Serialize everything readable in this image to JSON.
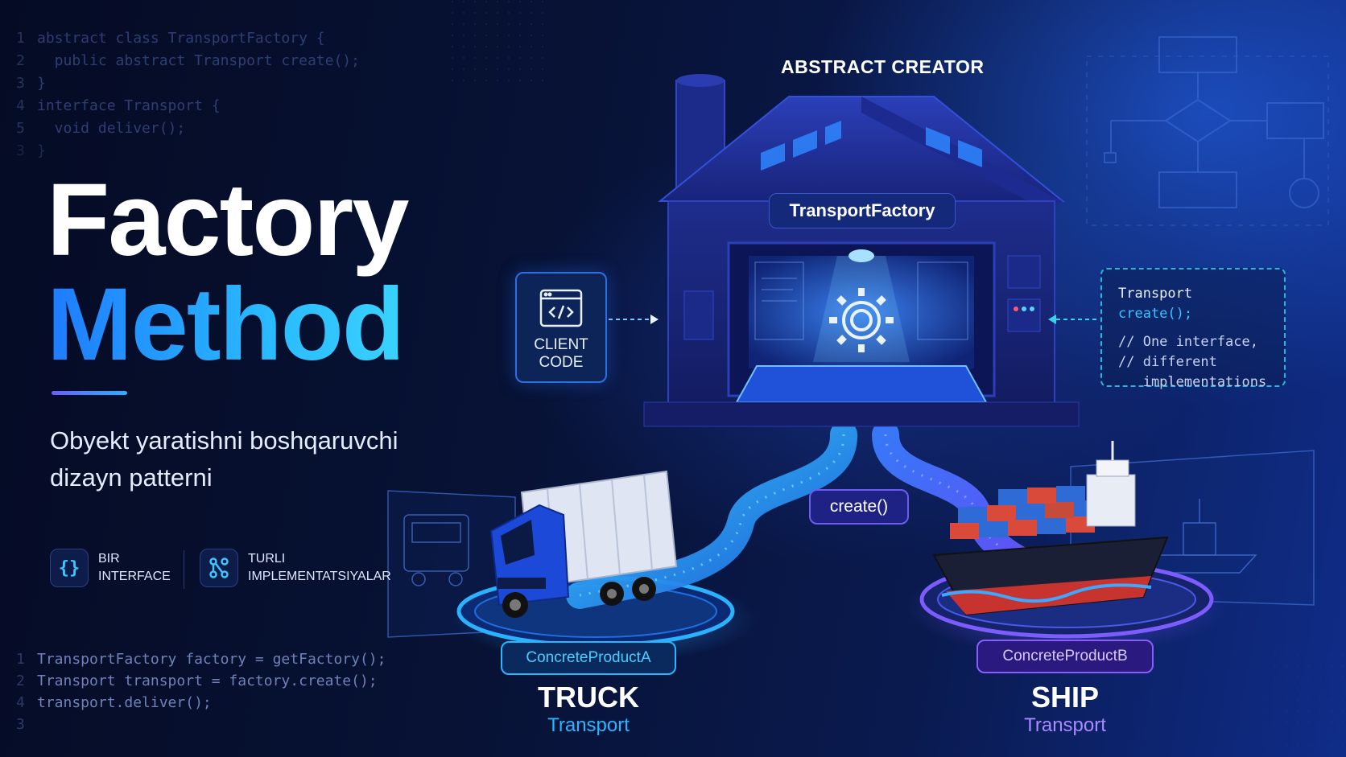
{
  "code_top": {
    "lines": [
      {
        "n": "1",
        "text": "abstract class TransportFactory {"
      },
      {
        "n": "2",
        "text": "  public abstract Transport create();"
      },
      {
        "n": "3",
        "text": "}"
      },
      {
        "n": "4",
        "text": "interface Transport {"
      },
      {
        "n": "5",
        "text": "  void deliver();"
      },
      {
        "n": "3",
        "text": "}"
      }
    ]
  },
  "title": {
    "line1": "Factory",
    "line2": "Method"
  },
  "subtitle": "Obyekt yaratishni boshqaruvchi dizayn patterni",
  "features": [
    {
      "icon": "braces-icon",
      "label": "BIR INTERFACE"
    },
    {
      "icon": "hierarchy-icon",
      "label": "TURLI IMPLEMENTATSIYALAR"
    }
  ],
  "code_bottom": {
    "lines": [
      {
        "n": "1",
        "text": "TransportFactory factory = getFactory();"
      },
      {
        "n": "2",
        "text": "Transport transport = factory.create();"
      },
      {
        "n": "4",
        "text": "transport.deliver();"
      },
      {
        "n": "3",
        "text": ""
      }
    ]
  },
  "diagram": {
    "top_label": "ABSTRACT CREATOR",
    "factory_label": "TransportFactory",
    "client": {
      "label": "CLIENT CODE",
      "icon": "code-window-icon"
    },
    "interface_box": {
      "signature_type": "Transport",
      "signature_method": "create();",
      "comment_lines": [
        "// One interface,",
        "// different",
        "   implementations"
      ]
    },
    "create_label": "create()",
    "product_a": {
      "tag": "ConcreteProductA",
      "name": "TRUCK",
      "type": "Transport",
      "icon": "truck-icon"
    },
    "product_b": {
      "tag": "ConcreteProductB",
      "name": "SHIP",
      "type": "Transport",
      "icon": "ship-icon"
    }
  },
  "colors": {
    "accent_cyan": "#29b8ff",
    "accent_purple": "#8a5cff",
    "background": "#071235"
  }
}
